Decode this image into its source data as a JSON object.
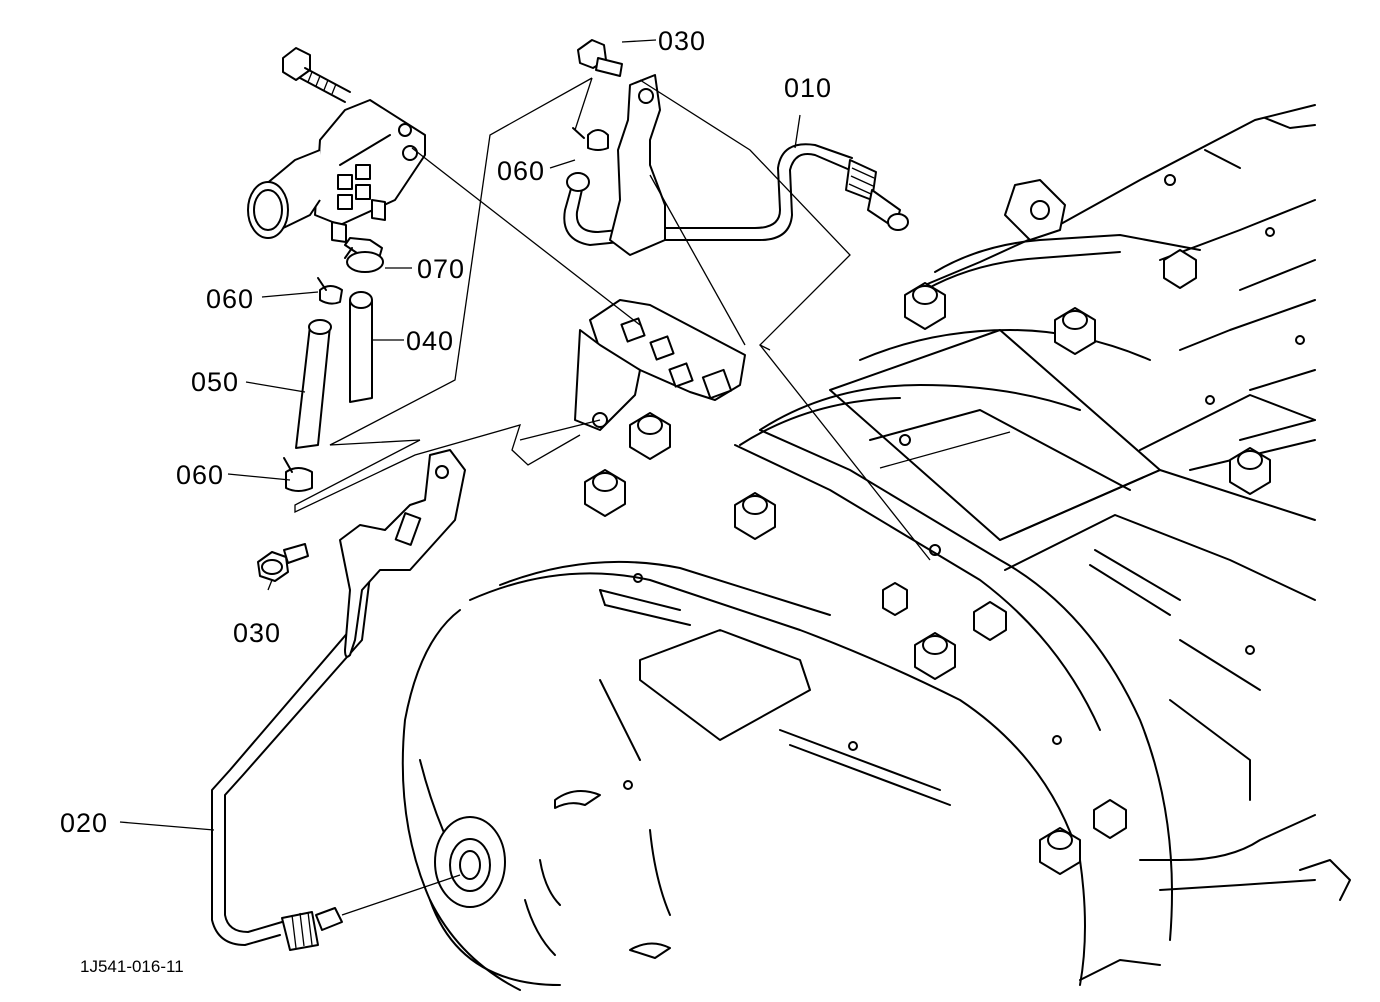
{
  "diagram": {
    "drawing_code": "1J541-016-11",
    "callouts": [
      {
        "id": "c010",
        "label": "010"
      },
      {
        "id": "c020",
        "label": "020"
      },
      {
        "id": "c030a",
        "label": "030"
      },
      {
        "id": "c030b",
        "label": "030"
      },
      {
        "id": "c040",
        "label": "040"
      },
      {
        "id": "c050",
        "label": "050"
      },
      {
        "id": "c060a",
        "label": "060"
      },
      {
        "id": "c060b",
        "label": "060"
      },
      {
        "id": "c060c",
        "label": "060"
      },
      {
        "id": "c070",
        "label": "070"
      }
    ]
  }
}
